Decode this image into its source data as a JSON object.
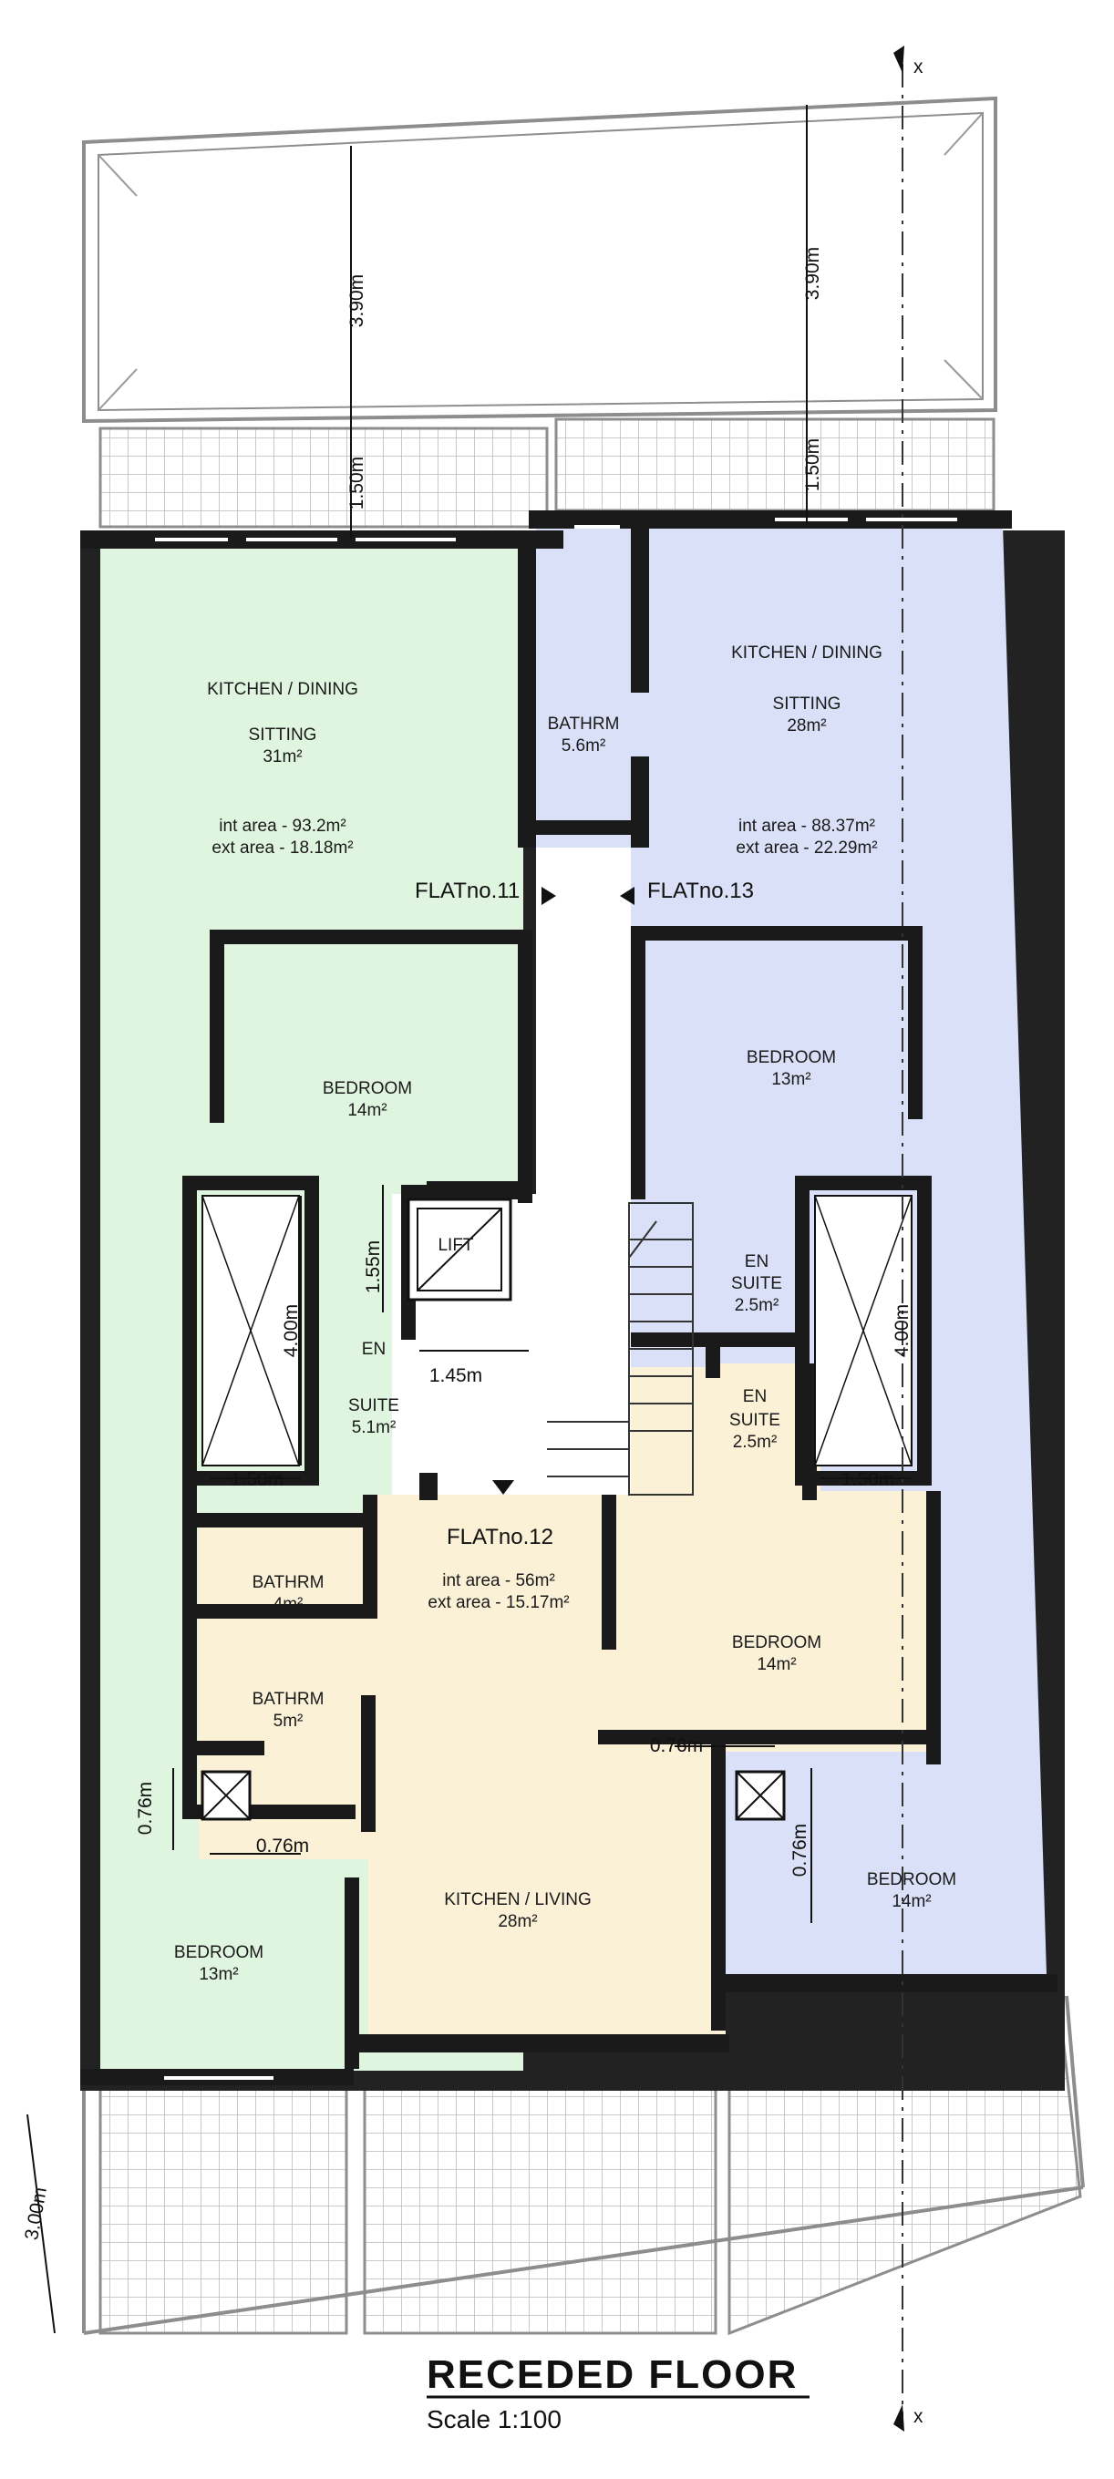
{
  "title": "RECEDED FLOOR",
  "scale": "Scale 1:100",
  "axis_marker": "x",
  "flats": {
    "f11": {
      "name": "FLATno.11",
      "int_area": "int area - 93.2m²",
      "ext_area": "ext area - 18.18m²"
    },
    "f12": {
      "name": "FLATno.12",
      "int_area": "int area - 56m²",
      "ext_area": "ext area - 15.17m²"
    },
    "f13": {
      "name": "FLATno.13",
      "int_area": "int area - 88.37m²",
      "ext_area": "ext area - 22.29m²"
    }
  },
  "rooms": {
    "r11_kitchen": "KITCHEN / DINING",
    "r11_sitting": "SITTING",
    "r11_sitting_area": "31m²",
    "r11_bedroom": "BEDROOM",
    "r11_bedroom_area": "14m²",
    "r11_en": "EN",
    "r11_suite": "SUITE",
    "r11_suite_area": "5.1m²",
    "r11_bathrm": "BATHRM",
    "r11_bathrm_area": "4m²",
    "r11_bedroom2": "BEDROOM",
    "r11_bedroom2_area": "13m²",
    "r12_bathrm": "BATHRM",
    "r12_bathrm_area": "5m²",
    "r12_kitchen": "KITCHEN / LIVING",
    "r12_kitchen_area": "28m²",
    "r12_en": "EN",
    "r12_suite": "SUITE",
    "r12_suite_area": "2.5m²",
    "r12_bedroom": "BEDROOM",
    "r12_bedroom_area": "14m²",
    "r13_bathrm": "BATHRM",
    "r13_bathrm_area": "5.6m²",
    "r13_kitchen": "KITCHEN / DINING",
    "r13_sitting": "SITTING",
    "r13_sitting_area": "28m²",
    "r13_bedroom": "BEDROOM",
    "r13_bedroom_area": "13m²",
    "r13_en": "EN",
    "r13_suite": "SUITE",
    "r13_suite_area": "2.5m²",
    "r13_bedroom2": "BEDROOM",
    "r13_bedroom2_area": "14m²",
    "lift": "LIFT"
  },
  "dims": {
    "d1": "3.90m",
    "d2": "3.90m",
    "d3": "1.50m",
    "d4": "1.50m",
    "d5": "1.55m",
    "d6": "1.45m",
    "d7": "4.00m",
    "d8": "1.50m",
    "d9": "4.00m",
    "d10": "1.50m",
    "d11": "0.76m",
    "d12": "0.76m",
    "d13": "0.76m",
    "d14": "0.76m",
    "d15": "3.00m"
  },
  "colors": {
    "flat11": "#dff5df",
    "flat12": "#fbf1d6",
    "flat13": "#d9e0f7"
  }
}
